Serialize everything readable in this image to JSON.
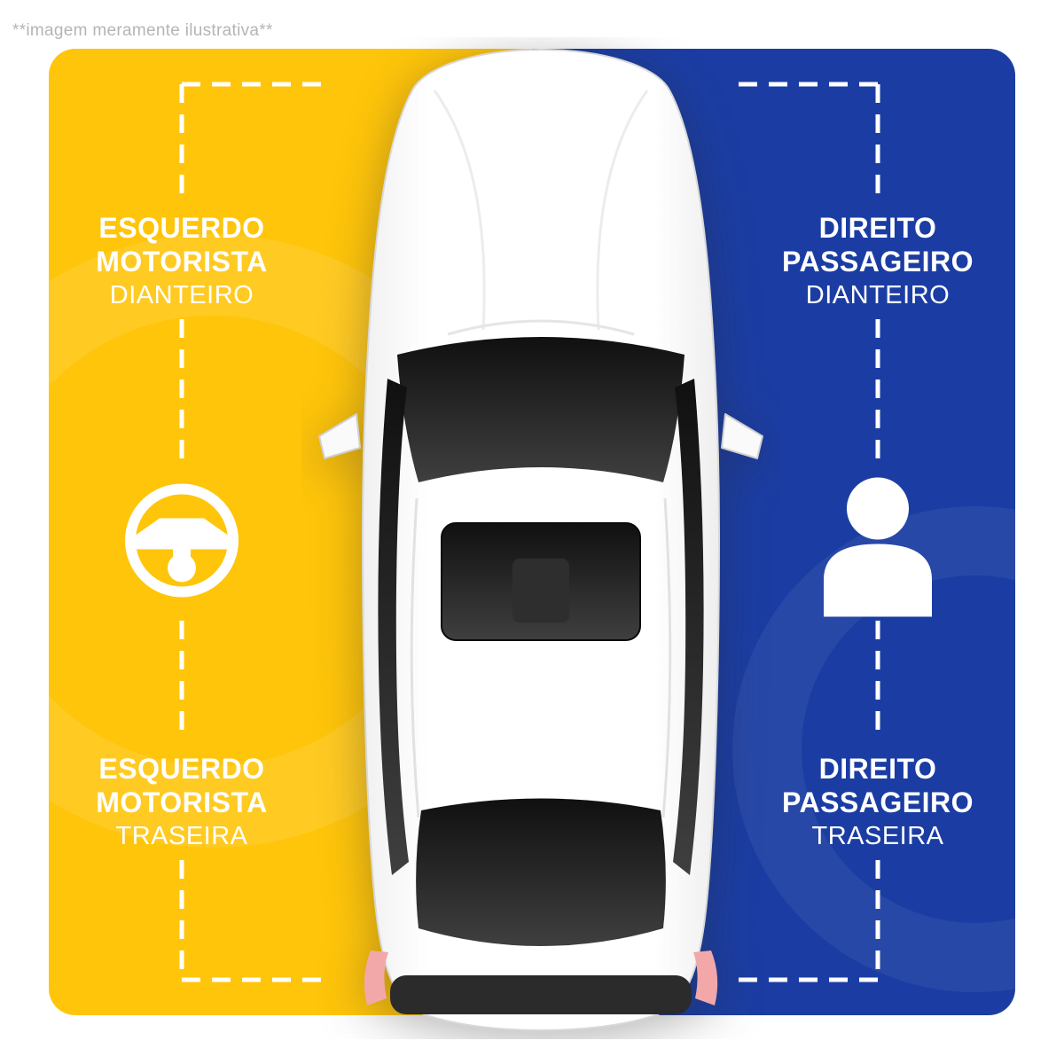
{
  "disclaimer": {
    "text": "**imagem meramente ilustrativa**"
  },
  "colors": {
    "driver_side_yellow": "#FFC50A",
    "passenger_side_blue": "#1B3DA3",
    "label_text": "#FFFFFF",
    "disclaimer_text": "#B5B5B5",
    "guide_dashes": "#FFFFFF"
  },
  "labels": {
    "front_left": {
      "line1": "ESQUERDO",
      "line2": "MOTORISTA",
      "line3": "DIANTEIRO"
    },
    "front_right": {
      "line1": "DIREITO",
      "line2": "PASSAGEIRO",
      "line3": "DIANTEIRO"
    },
    "rear_left": {
      "line1": "ESQUERDO",
      "line2": "MOTORISTA",
      "line3": "TRASEIRA"
    },
    "rear_right": {
      "line1": "DIREITO",
      "line2": "PASSAGEIRO",
      "line3": "TRASEIRA"
    }
  },
  "icons": {
    "driver": "steering-wheel-icon",
    "passenger": "passenger-person-icon"
  }
}
